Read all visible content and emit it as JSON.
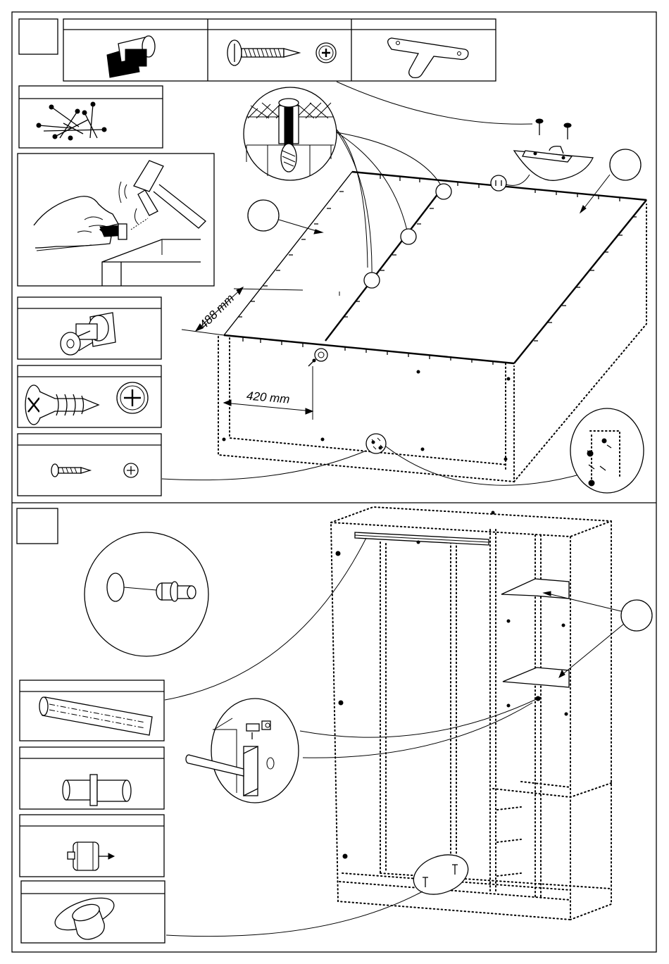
{
  "page": {
    "step_panels": [
      "upper-assembly-step",
      "lower-assembly-step"
    ]
  },
  "step_top": {
    "parts_header": [
      "cam-lock-connector",
      "wood-screw",
      "t-shaped-hanging-bracket"
    ],
    "parts_side": [
      "nails",
      "hammer-nailing-detail",
      "cam-bolt-with-plate",
      "countersunk-screw",
      "small-pan-head-screw"
    ],
    "dimensions": {
      "depth_label": "488 mm",
      "offset_label": "420 mm"
    }
  },
  "step_bottom": {
    "parts_side": [
      "hanging-rail-tube",
      "rail-end-support",
      "cam-bolt-pin",
      "shelf-support-peg"
    ],
    "details": [
      "dowel-insert-detail",
      "rail-bracket-detail",
      "base-screw-detail"
    ]
  },
  "icons": [
    "phillips-head-icon",
    "phillips-head-icon"
  ]
}
